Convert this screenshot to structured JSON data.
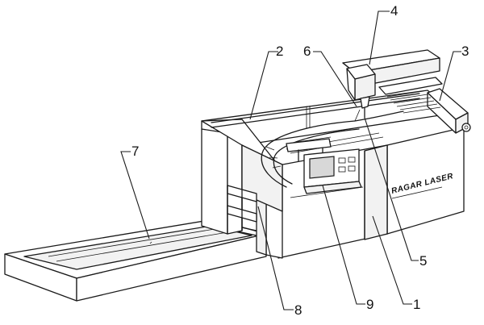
{
  "figure": {
    "brand_text": "RAGAR LASER",
    "callouts": [
      "1",
      "2",
      "3",
      "4",
      "5",
      "6",
      "7",
      "8",
      "9"
    ]
  }
}
